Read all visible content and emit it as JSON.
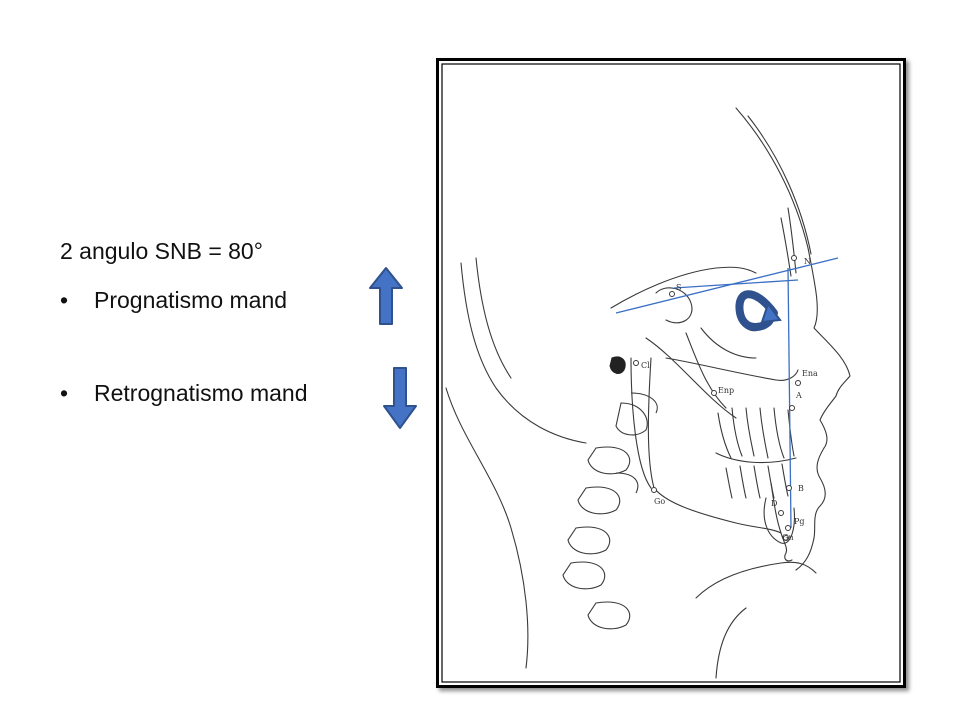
{
  "slide": {
    "title": "2 angulo SNB = 80°",
    "bullets": [
      {
        "text": "Prognatismo mand",
        "arrow": "up-arrow-icon"
      },
      {
        "text": "Retrognatismo mand",
        "arrow": "down-arrow-icon"
      }
    ],
    "bullet_glyph": "•"
  },
  "figure": {
    "labels": {
      "s": "S",
      "n": "N",
      "ci": "Cl",
      "ena": "Ena",
      "enp": "Enp",
      "a": "A",
      "b": "B",
      "d": "D",
      "pg": "Pg",
      "gn": "Gn",
      "go": "Go"
    }
  },
  "colors": {
    "arrow_fill": "#4472c4",
    "arrow_stroke": "#2f528f",
    "line_blue": "#3a6fc4",
    "drawing": "#3a3a3a"
  }
}
